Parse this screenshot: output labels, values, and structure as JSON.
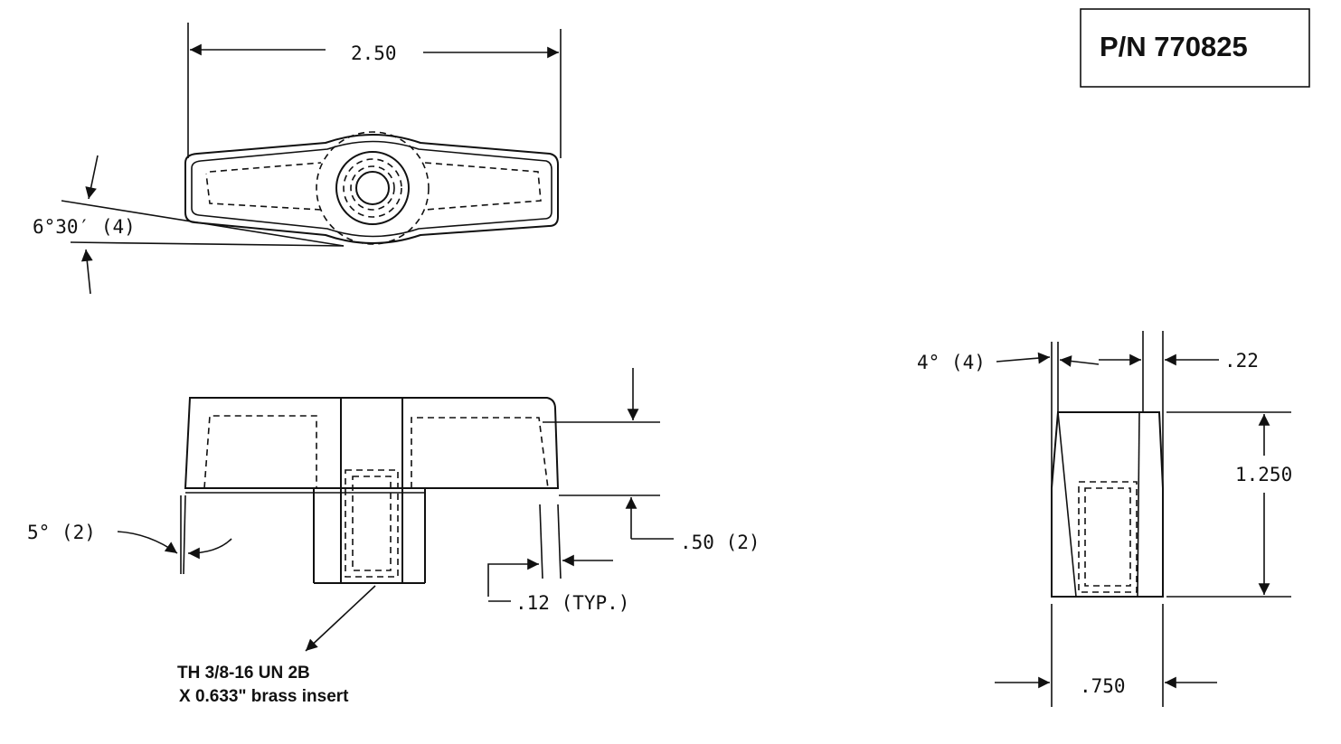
{
  "part_number": "P/N 770825",
  "dimensions": {
    "width_top": "2.50",
    "handle_angle": "6°30′ (4)",
    "draft_angle": "5° (2)",
    "thickness": ".50 (2)",
    "wall": ".12 (TYP.)",
    "side_angle": "4° (4)",
    "side_offset": ".22",
    "height": "1.250",
    "hub_width": ".750"
  },
  "notes": {
    "insert_line1": "TH 3/8-16 UN 2B",
    "insert_line2": "X 0.633\" brass insert"
  }
}
